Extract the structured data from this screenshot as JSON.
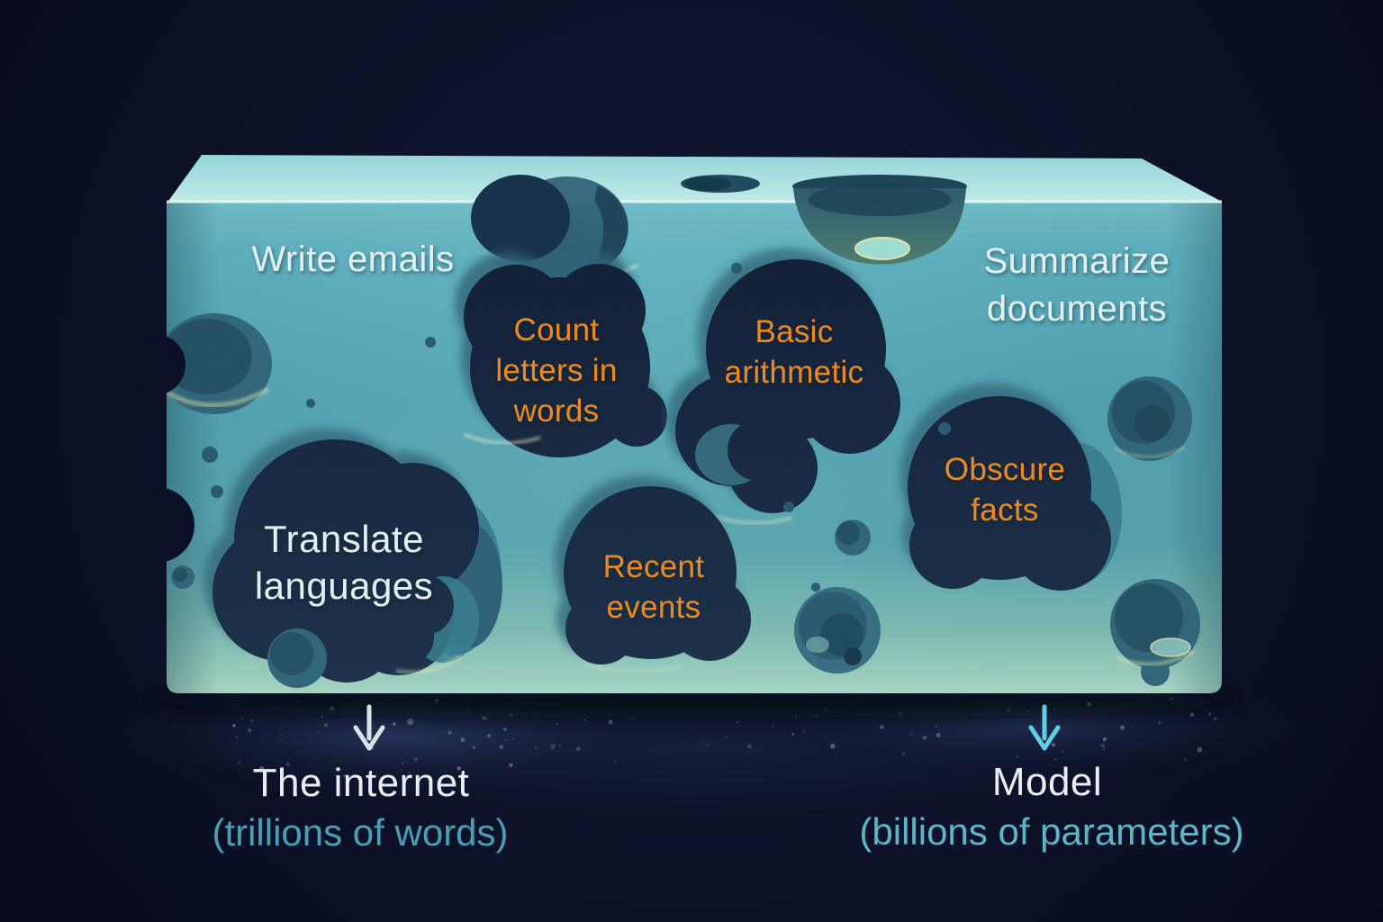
{
  "sponge": {
    "capability_labels": [
      {
        "id": "write-emails",
        "lines": [
          "Write emails"
        ]
      },
      {
        "id": "summarize-documents",
        "lines": [
          "Summarize",
          "documents"
        ]
      },
      {
        "id": "translate-languages",
        "lines": [
          "Translate",
          "languages"
        ]
      }
    ],
    "limitation_holes": [
      {
        "id": "count-letters",
        "lines": [
          "Count",
          "letters in",
          "words"
        ]
      },
      {
        "id": "basic-arithmetic",
        "lines": [
          "Basic",
          "arithmetic"
        ]
      },
      {
        "id": "recent-events",
        "lines": [
          "Recent",
          "events"
        ]
      },
      {
        "id": "obscure-facts",
        "lines": [
          "Obscure",
          "facts"
        ]
      }
    ]
  },
  "captions": {
    "left": {
      "title": "The internet",
      "subtitle": "(trillions of words)"
    },
    "right": {
      "title": "Model",
      "subtitle": "(billions of parameters)"
    }
  },
  "colors": {
    "background": "#0c1129",
    "sponge_front": "#4d9dae",
    "sponge_top": "#a5dcde",
    "hole_fill": "#101e35",
    "hole_shadow": "#2e6276",
    "capability_text": "#e3f0f2",
    "limitation_text": "#ee8a1d",
    "caption_title": "#e9eef3",
    "caption_subtitle_left": "#46a0b8",
    "caption_subtitle_right": "#5bb6ca",
    "arrow_left": "#d8e3e8",
    "arrow_right": "#5ecfe6"
  }
}
